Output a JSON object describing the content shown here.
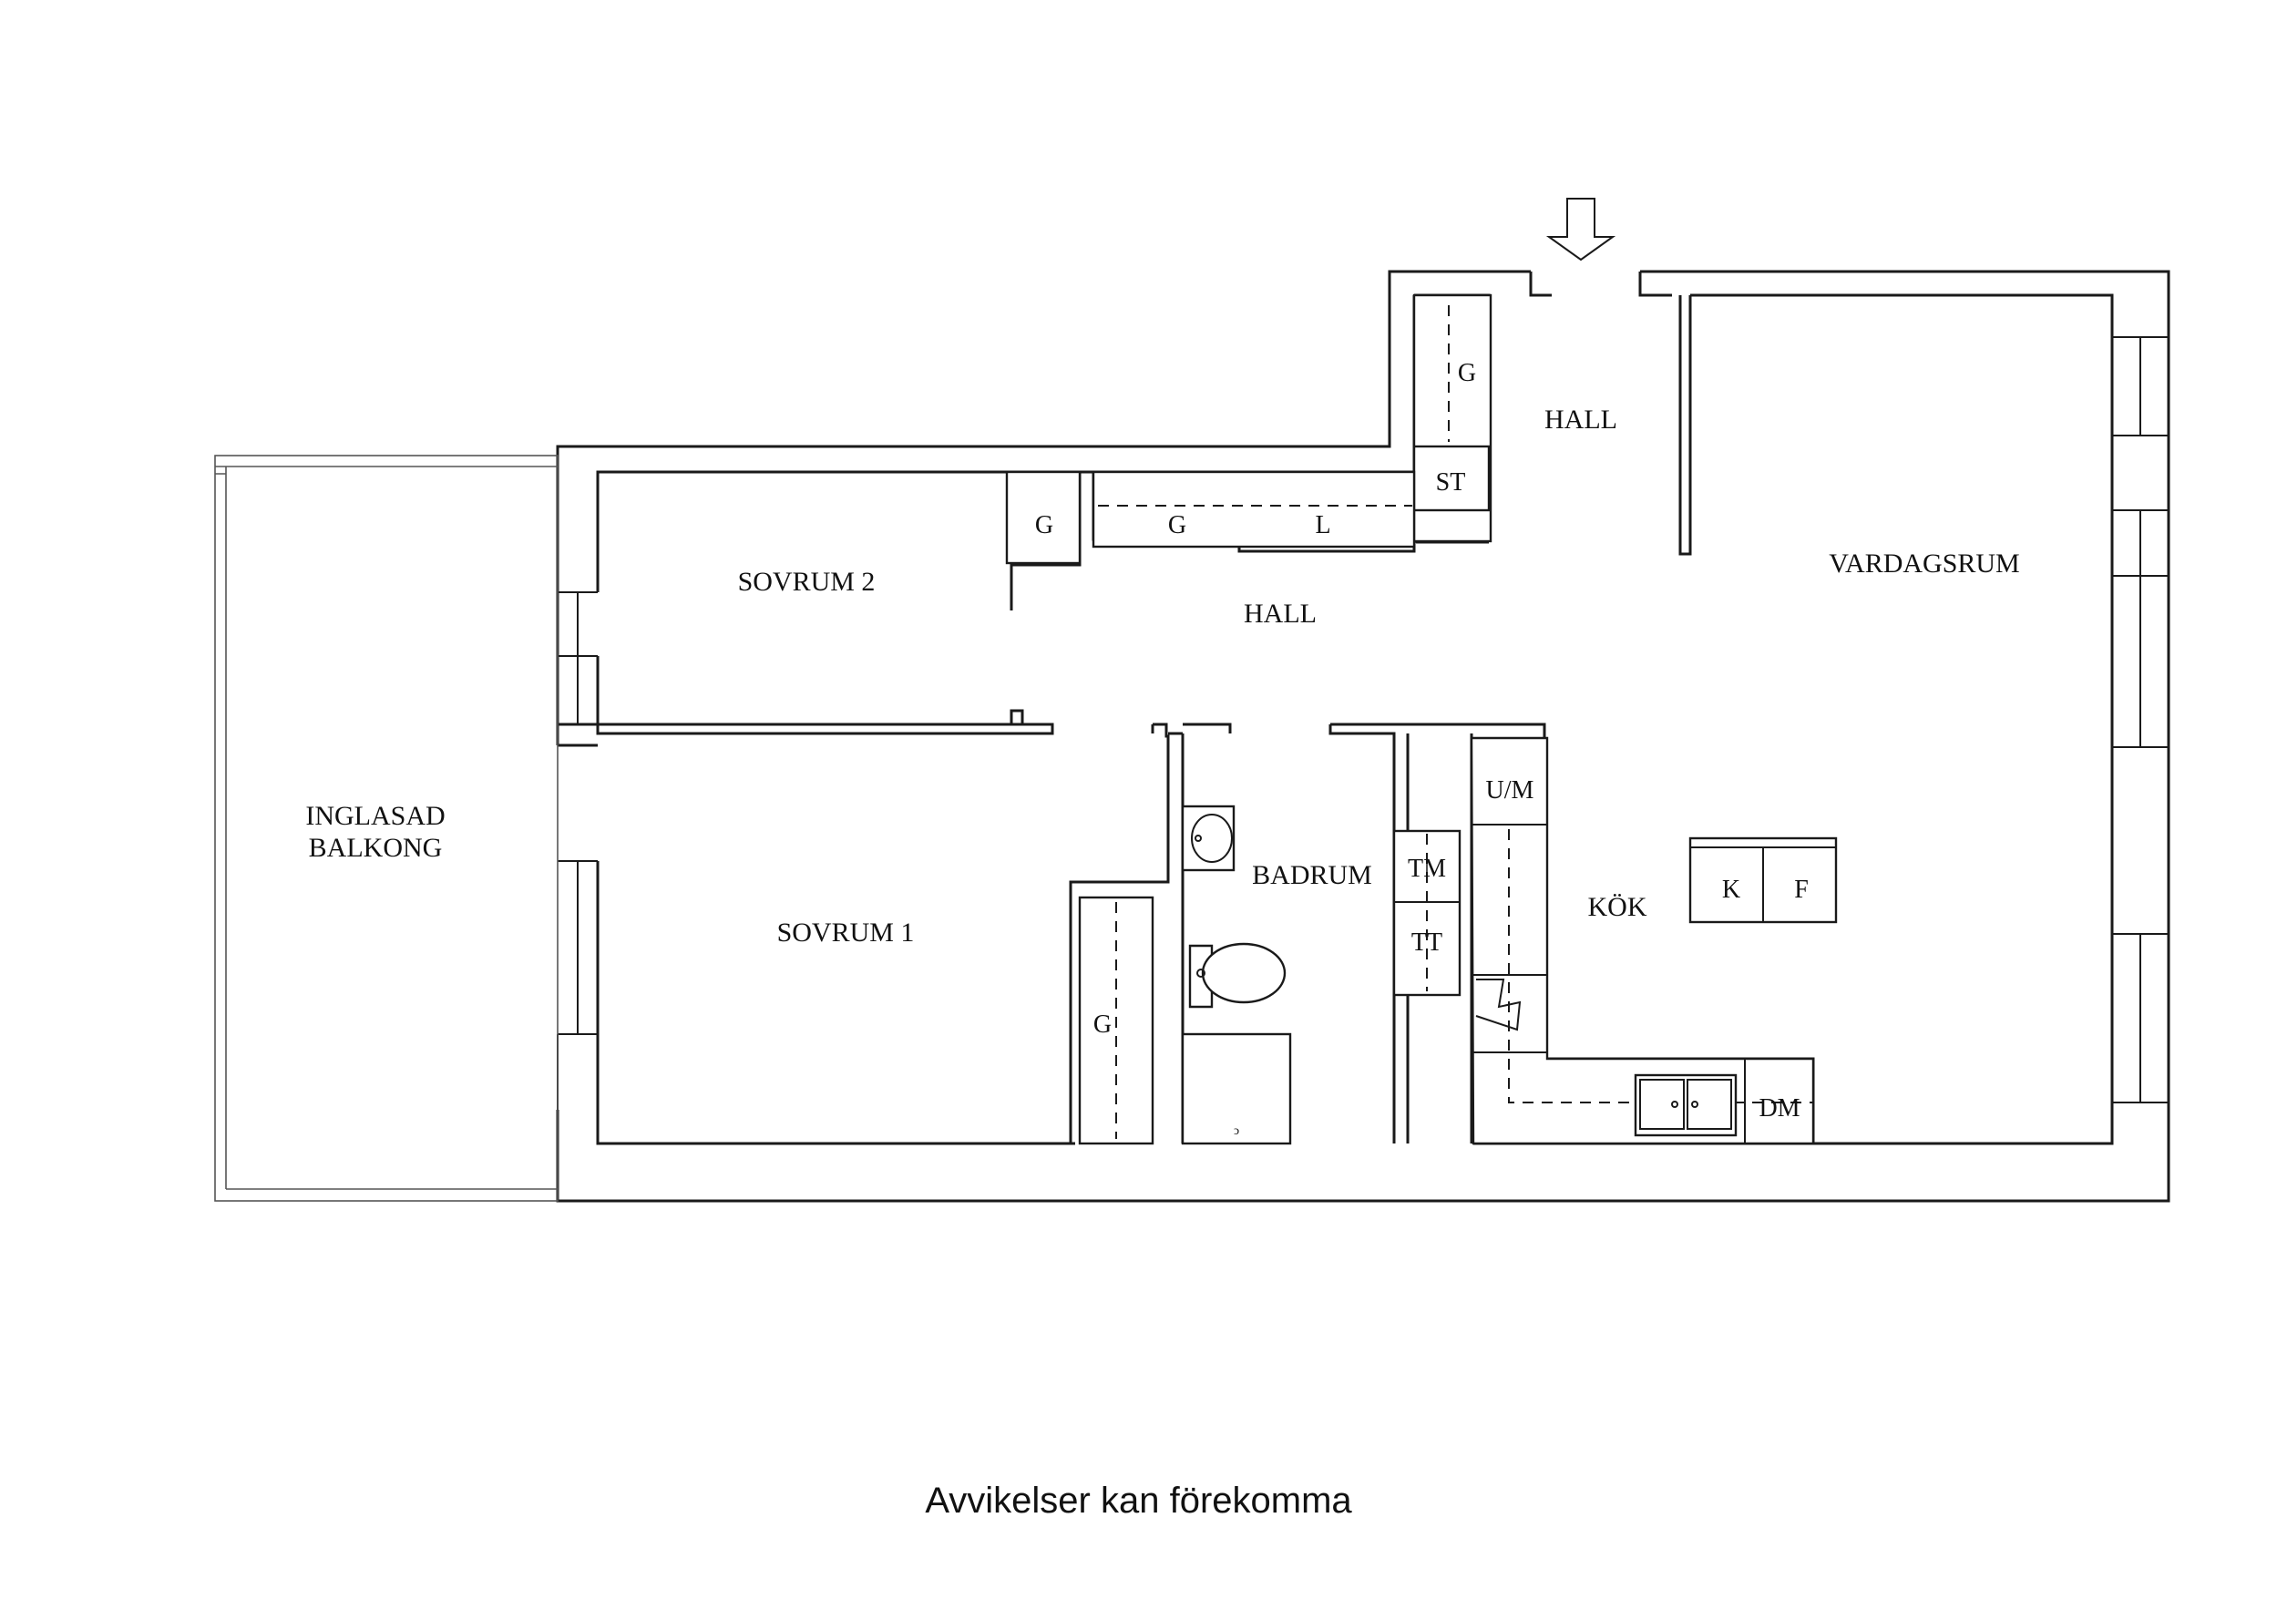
{
  "rooms": {
    "hall_entry": "HALL",
    "hall_main": "HALL",
    "vardagsrum": "VARDAGSRUM",
    "sovrum2": "SOVRUM 2",
    "sovrum1": "SOVRUM 1",
    "balkong_line1": "INGLASAD",
    "balkong_line2": "BALKONG",
    "badrum": "BADRUM",
    "kok": "KÖK"
  },
  "fixtures": {
    "wardrobe": "G",
    "storage": "ST",
    "linen": "L",
    "washer": "TM",
    "dryer": "TT",
    "oven_micro": "U/M",
    "fridge": "K",
    "freezer": "F",
    "dishwasher": "DM"
  },
  "footer": {
    "note": "Avvikelser kan förekomma"
  }
}
